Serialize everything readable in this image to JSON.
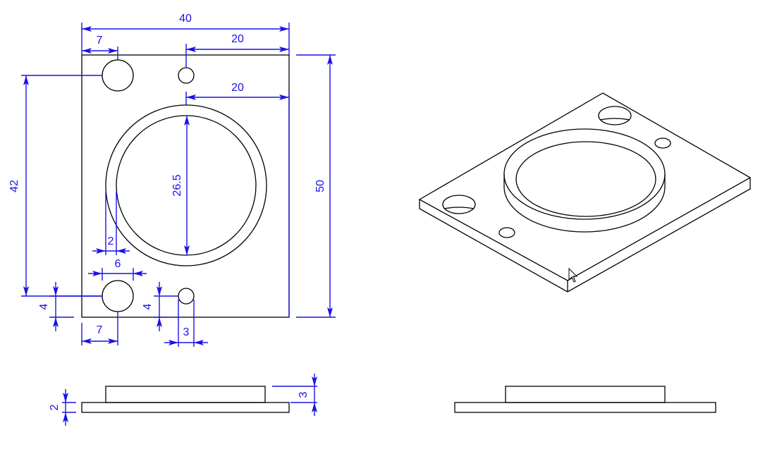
{
  "drawing": {
    "dimension_color": "#1a12e6",
    "line_color": "#000000",
    "front_view": {
      "overall_width": "40",
      "edge_to_large_hole": "7",
      "small_hole_to_edge": "20",
      "boss_center_to_edge": "20",
      "overall_height": "50",
      "large_hole_spacing": "42",
      "boss_bore": "26.5",
      "boss_wall": "2",
      "large_hole_diameter": "6",
      "large_hole_from_bottom": "4",
      "small_hole_from_bottom": "4",
      "bottom_edge_to_large_hole": "7",
      "small_hole_diameter": "3"
    },
    "side_view": {
      "plate_thickness": "2",
      "boss_height": "3"
    }
  }
}
